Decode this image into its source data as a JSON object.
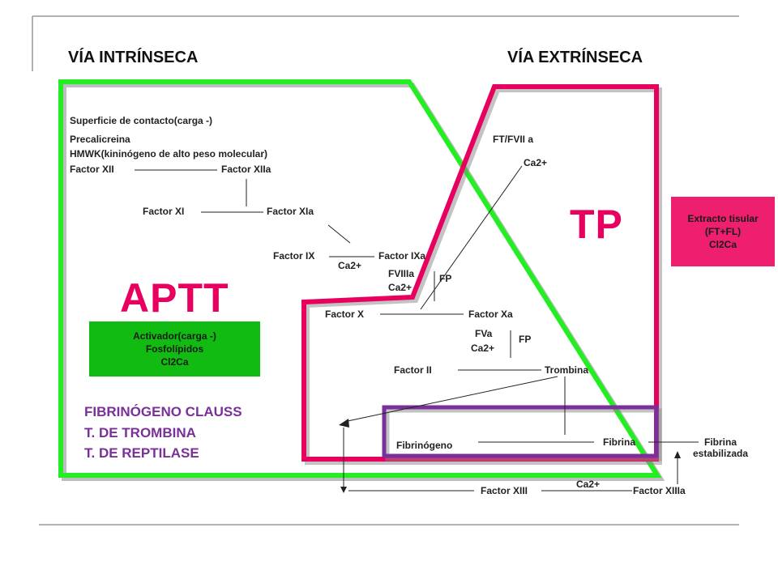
{
  "headers": {
    "intrinsic": "VÍA INTRÍNSECA",
    "extrinsic": "VÍA EXTRÍNSECA"
  },
  "labels": {
    "aptt": "APTT",
    "tp": "TP"
  },
  "intrinsic": {
    "contact_surface": "Superficie de contacto(carga -)",
    "prekallikrein": "Precalicreina",
    "hmwk": "HMWK(kininógeno de alto peso molecular)",
    "f12": "Factor XII",
    "f12a": "Factor XIIa",
    "f11": "Factor XI",
    "f11a": "Factor XIa",
    "f9": "Factor IX",
    "f9a": "Factor IXa",
    "ca_9": "Ca2+",
    "f8a": "FVIIIa",
    "ca_8": "Ca2+",
    "fp_8": "FP"
  },
  "extrinsic": {
    "ft_f7a": "FT/FVII a",
    "ca_ft": "Ca2+"
  },
  "common": {
    "f10": "Factor X",
    "f10a": "Factor Xa",
    "f5a": "FVa",
    "ca_5": "Ca2+",
    "fp_5": "FP",
    "f2": "Factor II",
    "thrombin": "Trombina",
    "fibrinogen": "Fibrinógeno",
    "fibrin": "Fibrina",
    "fibrin_stab_1": "Fibrina",
    "fibrin_stab_2": "estabilizada",
    "f13": "Factor XIII",
    "f13a": "Factor XIIIa",
    "ca_13": "Ca2+"
  },
  "aptt_reagent": {
    "line1": "Activador(carga -)",
    "line2": "Fosfolípidos",
    "line3": "Cl2Ca"
  },
  "tp_reagent": {
    "line1": "Extracto tisular",
    "line2": "(FT+FL)",
    "line3": "Cl2Ca"
  },
  "tests": [
    "FIBRINÓGENO CLAUSS",
    "T. DE TROMBINA",
    "T. DE REPTILASE"
  ],
  "colors": {
    "green": "#22ee22",
    "pink": "#e8005f",
    "purple": "#7a2f9a",
    "aptt_box": "#11bb11",
    "tp_box": "#ee1f6e"
  }
}
